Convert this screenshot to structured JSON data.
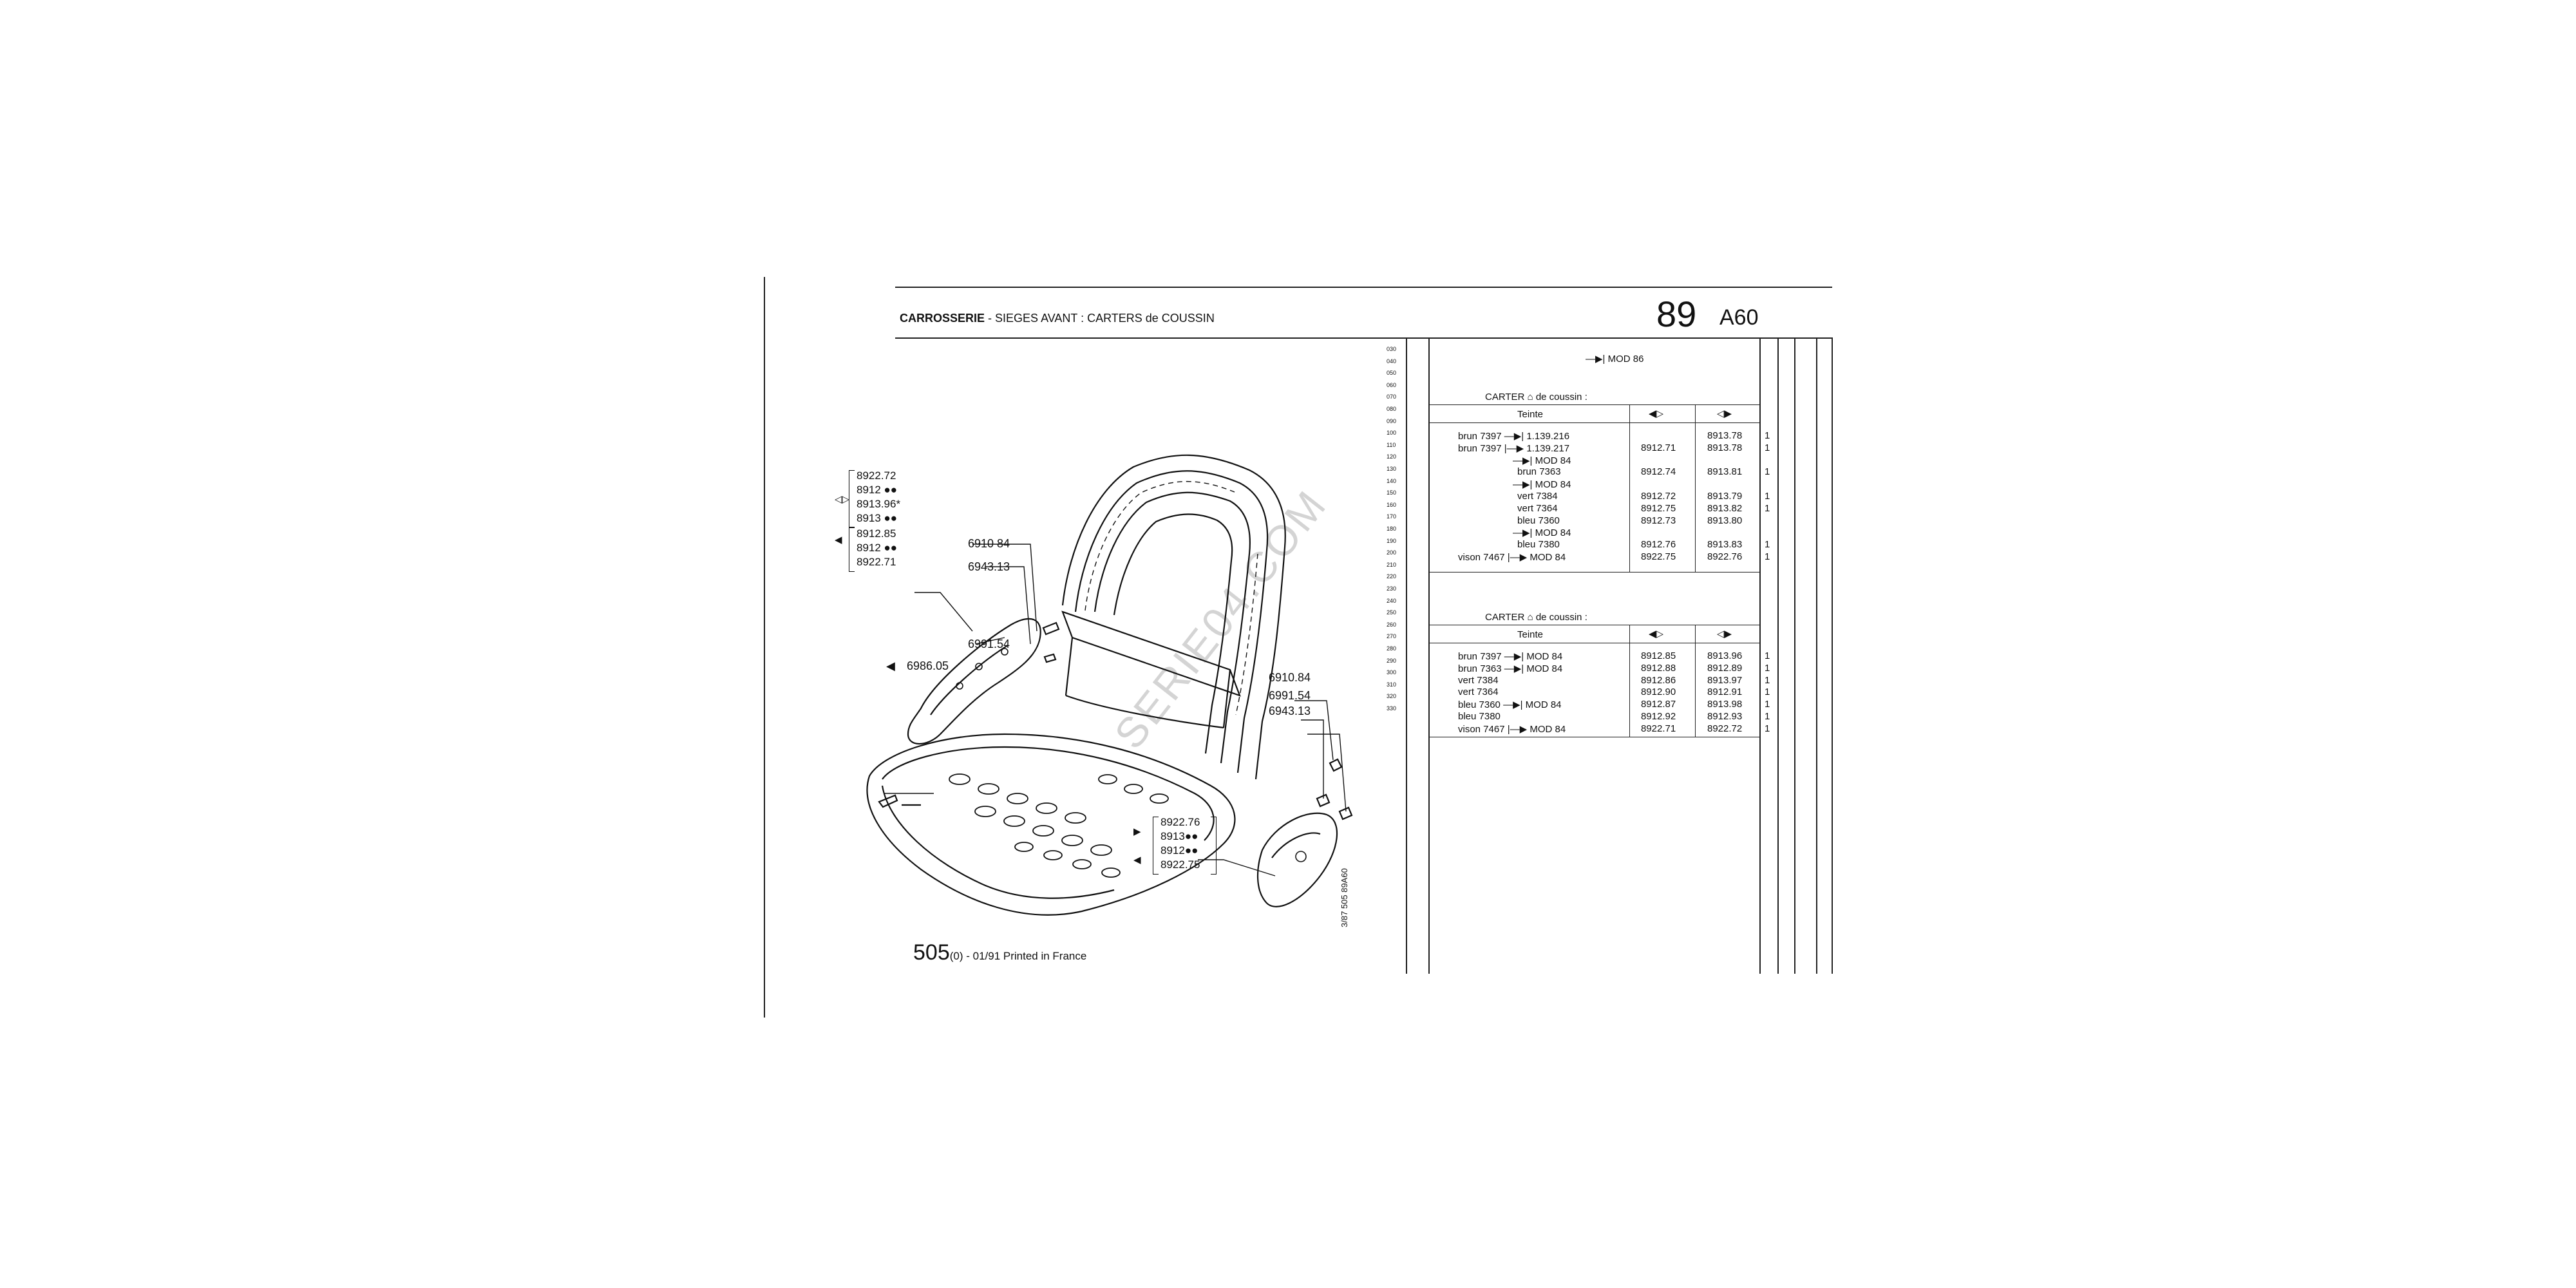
{
  "header": {
    "section": "CARROSSERIE",
    "subtitle": "- SIEGES AVANT : CARTERS de COUSSIN",
    "page_number": "89",
    "page_code": "A60"
  },
  "watermark": "SERIE04.COM",
  "footer": {
    "page": "505",
    "rest": "(0) - 01/91 Printed in France",
    "vertical_code": "3/87   505   89A60"
  },
  "diagram": {
    "left_bracket_1": [
      "8922.72",
      "8912 ●●",
      "8913.96*",
      "8913 ●●"
    ],
    "left_bracket_2": [
      "8912.85",
      "8912 ●●",
      "8922.71"
    ],
    "labels": {
      "l1": "6910 84",
      "l2": "6943.13",
      "l3": "6991.54",
      "l4": "6986.05",
      "r1": "6910.84",
      "r2": "6991.54",
      "r3": "6943.13"
    },
    "bottom_bracket": [
      "8922.76",
      "8913●●",
      "8912●●",
      "8922.75"
    ]
  },
  "line_numbers": [
    "030",
    "040",
    "050",
    "060",
    "070",
    "080",
    "090",
    "100",
    "110",
    "120",
    "130",
    "140",
    "150",
    "160",
    "170",
    "180",
    "190",
    "200",
    "210",
    "220",
    "230",
    "240",
    "250",
    "260",
    "270",
    "280",
    "290",
    "300",
    "310",
    "320",
    "330"
  ],
  "table": {
    "mod86": "MOD 86",
    "section1": {
      "title_a": "CARTER",
      "title_b": "de coussin :",
      "teinte": "Teinte",
      "rows": [
        {
          "desc": "brun 7397 —▶| 1.139.216",
          "c1": "",
          "c2": "8913.78",
          "q": "1"
        },
        {
          "desc": "brun 7397 |—▶ 1.139.217",
          "c1": "8912.71",
          "c2": "8913.78",
          "q": "1"
        },
        {
          "desc": "—▶| MOD 84",
          "c1": "",
          "c2": "",
          "q": ""
        },
        {
          "desc": "brun 7363",
          "c1": "8912.74",
          "c2": "8913.81",
          "q": "1"
        },
        {
          "desc": "—▶| MOD 84",
          "c1": "",
          "c2": "",
          "q": ""
        },
        {
          "desc": "vert 7384",
          "c1": "8912.72",
          "c2": "8913.79",
          "q": "1"
        },
        {
          "desc": "vert 7364",
          "c1": "8912.75",
          "c2": "8913.82",
          "q": "1"
        },
        {
          "desc": "bleu 7360",
          "c1": "8912.73",
          "c2": "8913.80",
          "q": ""
        },
        {
          "desc": "—▶| MOD 84",
          "c1": "",
          "c2": "",
          "q": ""
        },
        {
          "desc": "bleu 7380",
          "c1": "8912.76",
          "c2": "8913.83",
          "q": "1"
        },
        {
          "desc": "vison 7467 |—▶ MOD 84",
          "c1": "8922.75",
          "c2": "8922.76",
          "q": "1"
        }
      ]
    },
    "section2": {
      "title_a": "CARTER",
      "title_b": "de coussin :",
      "teinte": "Teinte",
      "rows": [
        {
          "desc": "brun 7397 —▶| MOD 84",
          "c1": "8912.85",
          "c2": "8913.96",
          "q": "1"
        },
        {
          "desc": "brun 7363 —▶| MOD 84",
          "c1": "8912.88",
          "c2": "8912.89",
          "q": "1"
        },
        {
          "desc": "vert 7384",
          "c1": "8912.86",
          "c2": "8913.97",
          "q": "1"
        },
        {
          "desc": "vert 7364",
          "c1": "8912.90",
          "c2": "8912.91",
          "q": "1"
        },
        {
          "desc": "bleu 7360 —▶| MOD 84",
          "c1": "8912.87",
          "c2": "8913.98",
          "q": "1"
        },
        {
          "desc": "bleu 7380",
          "c1": "8912.92",
          "c2": "8912.93",
          "q": "1"
        },
        {
          "desc": "vison 7467 |—▶ MOD 84",
          "c1": "8922.71",
          "c2": "8922.72",
          "q": "1"
        }
      ]
    }
  }
}
